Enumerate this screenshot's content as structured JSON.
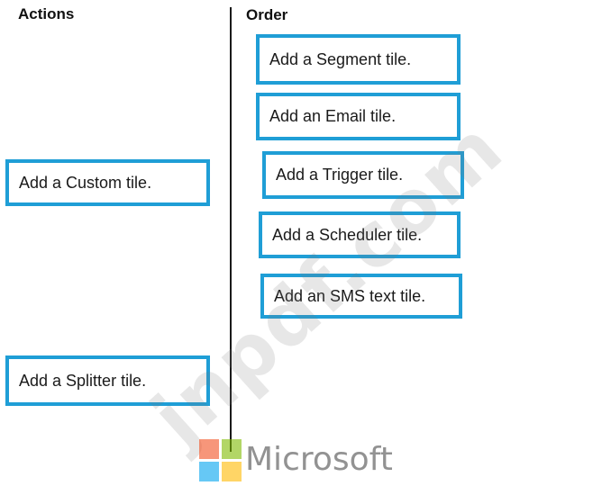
{
  "headings": {
    "actions": "Actions",
    "order": "Order"
  },
  "actions": {
    "custom_tile": "Add a Custom tile.",
    "splitter_tile": "Add a Splitter tile."
  },
  "order": {
    "segment_tile": "Add a Segment tile.",
    "email_tile": "Add an Email tile.",
    "trigger_tile": "Add a Trigger tile.",
    "scheduler_tile": "Add a Scheduler tile.",
    "sms_tile": "Add an SMS text tile."
  },
  "watermark": "jnpdf.com",
  "microsoft_logo": {
    "word": "Microsoft",
    "colors": {
      "red": "#f25022",
      "green": "#7fba00",
      "blue": "#00a4ef",
      "yellow": "#ffb900"
    }
  },
  "colors": {
    "tile_border": "#1f9ed6",
    "divider": "#1a1a1a"
  }
}
